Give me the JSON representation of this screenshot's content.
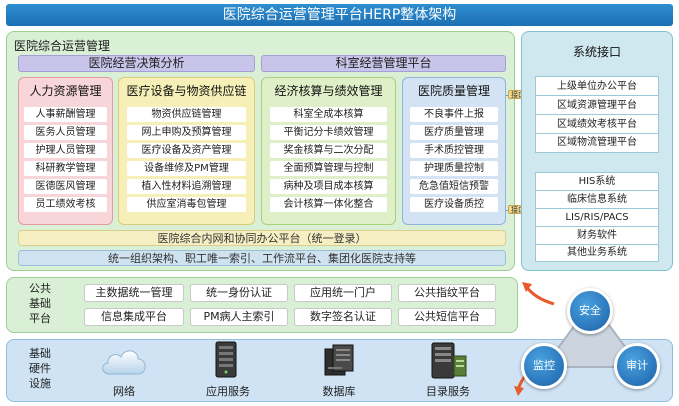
{
  "title": "医院综合运营管理平台HERP整体架构",
  "ops": {
    "title": "医院综合运营管理",
    "decision_header": "医院经营决策分析",
    "dept_header": "科室经营管理平台",
    "columns": [
      {
        "title": "人力资源管理",
        "items": [
          "人事薪酬管理",
          "医务人员管理",
          "护理人员管理",
          "科研教学管理",
          "医德医风管理",
          "员工绩效考核"
        ]
      },
      {
        "title": "医疗设备与物资供应链",
        "items": [
          "物资供应链管理",
          "网上申购及预算管理",
          "医疗设备及资产管理",
          "设备维修及PM管理",
          "植入性材料追溯管理",
          "供应室消毒包管理"
        ]
      },
      {
        "title": "经济核算与绩效管理",
        "items": [
          "科室全成本核算",
          "平衡记分卡绩效管理",
          "奖金核算与二次分配",
          "全面预算管理与控制",
          "病种及项目成本核算",
          "会计核算一体化整合"
        ]
      },
      {
        "title": "医院质量管理",
        "items": [
          "不良事件上报",
          "医疗质量管理",
          "手术质控管理",
          "护理质量控制",
          "危急值短信预警",
          "医疗设备质控"
        ]
      }
    ],
    "office_bar": "医院综合内网和协同办公平台（统一登录）",
    "support_bar": "统一组织架构、职工唯一索引、工作流平台、集团化医院支持等"
  },
  "interface_tag": "接口",
  "system_interface": {
    "title": "系统接口",
    "group1": [
      "上级单位办公平台",
      "区域资源管理平台",
      "区域绩效考核平台",
      "区域物流管理平台"
    ],
    "group2": [
      "HIS系统",
      "临床信息系统",
      "LIS/RIS/PACS",
      "财务软件",
      "其他业务系统"
    ]
  },
  "public": {
    "label": "公共\n基础\n平台",
    "row1": [
      "主数据统一管理",
      "统一身份认证",
      "应用统一门户",
      "公共指纹平台"
    ],
    "row2": [
      "信息集成平台",
      "PM病人主索引",
      "数字签名认证",
      "公共短信平台"
    ]
  },
  "hardware": {
    "label": "基础\n硬件\n设施",
    "items": [
      {
        "label": "网络",
        "icon": "cloud-icon"
      },
      {
        "label": "应用服务",
        "icon": "server-icon"
      },
      {
        "label": "数据库",
        "icon": "database-icon"
      },
      {
        "label": "目录服务",
        "icon": "directory-server-icon"
      }
    ]
  },
  "security": {
    "top": "安全",
    "left": "监控",
    "right": "审计"
  },
  "colors": {
    "hr_bg": "#f8d5d8",
    "hr_border": "#e49aa2",
    "supply_bg": "#f6f0b8",
    "supply_border": "#d8cc74",
    "econ_bg": "#dff0c8",
    "econ_border": "#a9d17d",
    "quality_bg": "#d4e3f4",
    "quality_border": "#8fb3dc"
  }
}
